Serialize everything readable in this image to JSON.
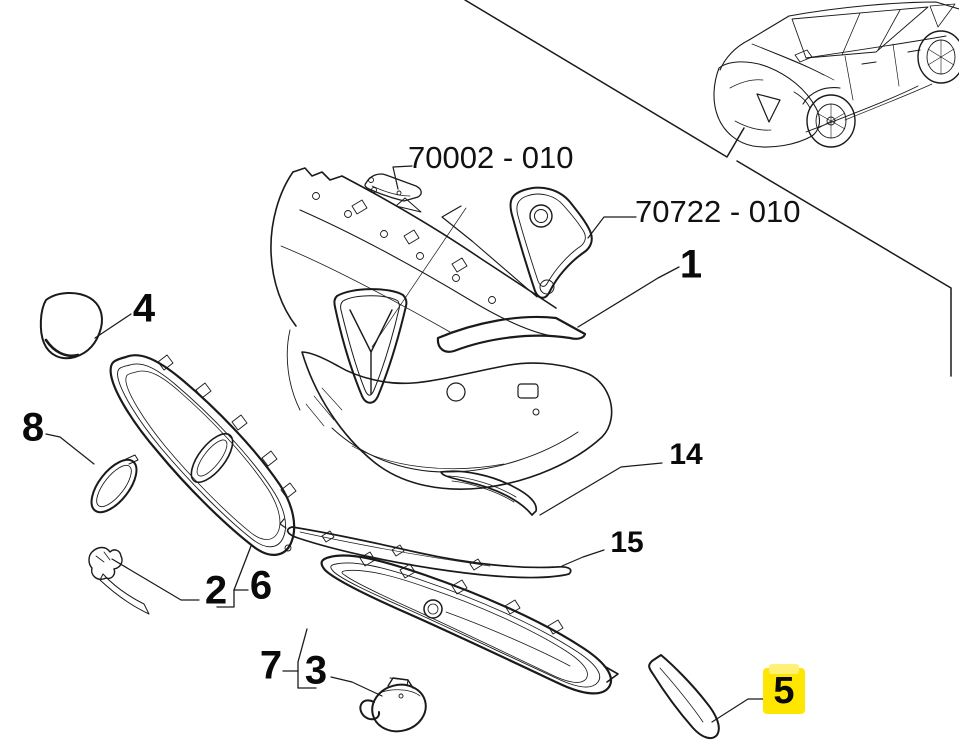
{
  "diagram": {
    "type": "parts-catalog-exploded-view",
    "background_color": "#ffffff",
    "line_color": "#1a1a1a",
    "highlight_color": "#ffe600",
    "part_numbers": [
      {
        "text": "70002 - 010"
      },
      {
        "text": "70722 - 010"
      }
    ],
    "callouts": [
      {
        "num": "1",
        "highlighted": false
      },
      {
        "num": "4",
        "highlighted": false
      },
      {
        "num": "8",
        "highlighted": false
      },
      {
        "num": "2",
        "highlighted": false
      },
      {
        "num": "6",
        "highlighted": false
      },
      {
        "num": "14",
        "highlighted": false
      },
      {
        "num": "15",
        "highlighted": false
      },
      {
        "num": "7",
        "highlighted": false
      },
      {
        "num": "3",
        "highlighted": false
      },
      {
        "num": "5",
        "highlighted": true
      }
    ]
  }
}
